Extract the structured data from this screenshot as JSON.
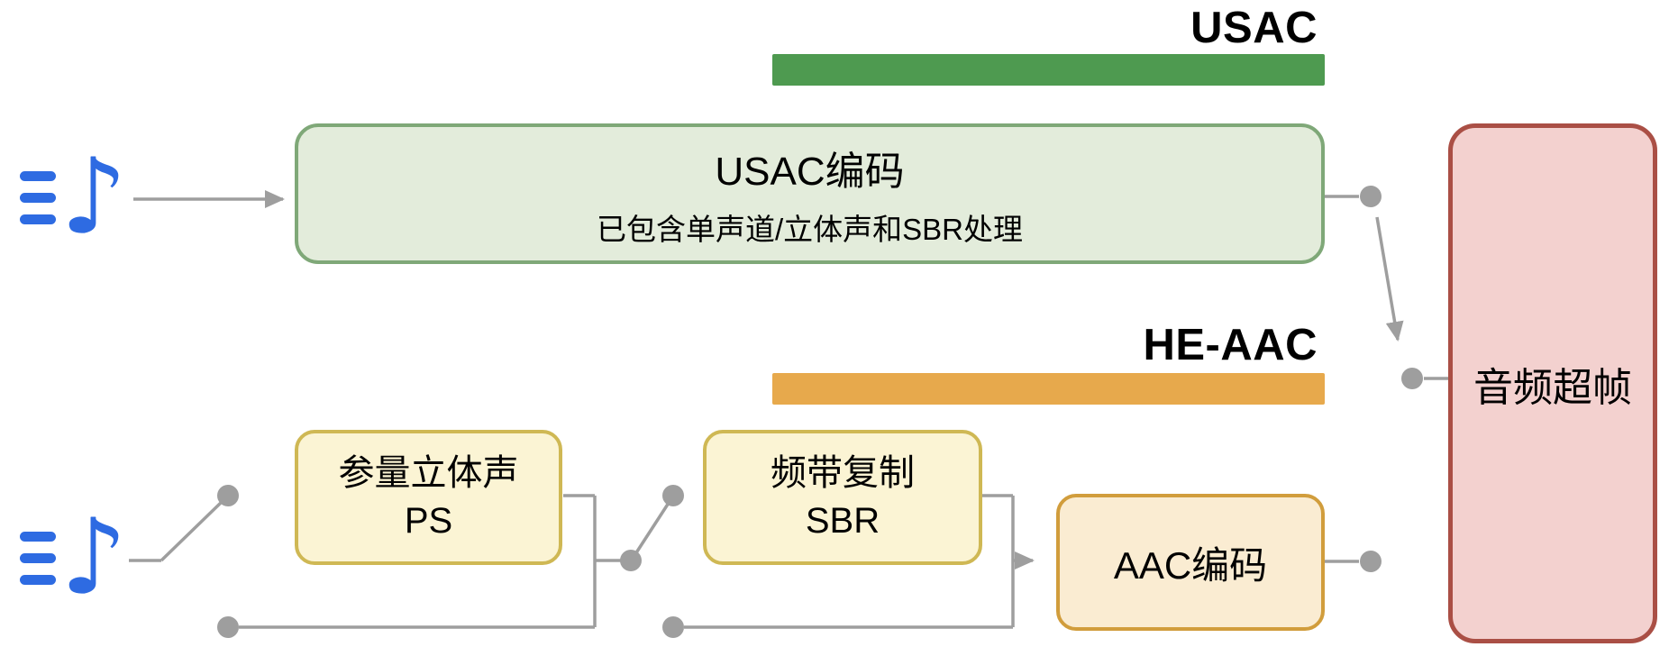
{
  "labels": {
    "usac": "USAC",
    "heaac": "HE-AAC"
  },
  "boxes": {
    "usac": {
      "title": "USAC编码",
      "subtitle": "已包含单声道/立体声和SBR处理"
    },
    "ps": {
      "line1": "参量立体声",
      "line2": "PS"
    },
    "sbr": {
      "line1": "频带复制",
      "line2": "SBR"
    },
    "aac": {
      "label": "AAC编码"
    },
    "superframe": {
      "label": "音频超帧"
    }
  },
  "icons": {
    "music_note_glyph": "♪"
  },
  "colors": {
    "usac_bar": "#4e9a50",
    "heaac_bar": "#e7a94c",
    "usac_box_fill": "#e3ecdb",
    "usac_box_border": "#7fa878",
    "ps_sbr_fill": "#fbf4d4",
    "ps_sbr_border": "#cfb854",
    "aac_fill": "#faecd2",
    "aac_border": "#d19d3c",
    "superframe_fill": "#f3d1cf",
    "superframe_border": "#aa4f45",
    "connector": "#9e9e9e",
    "note_icon": "#2e6be2",
    "label_text": "#000000"
  }
}
